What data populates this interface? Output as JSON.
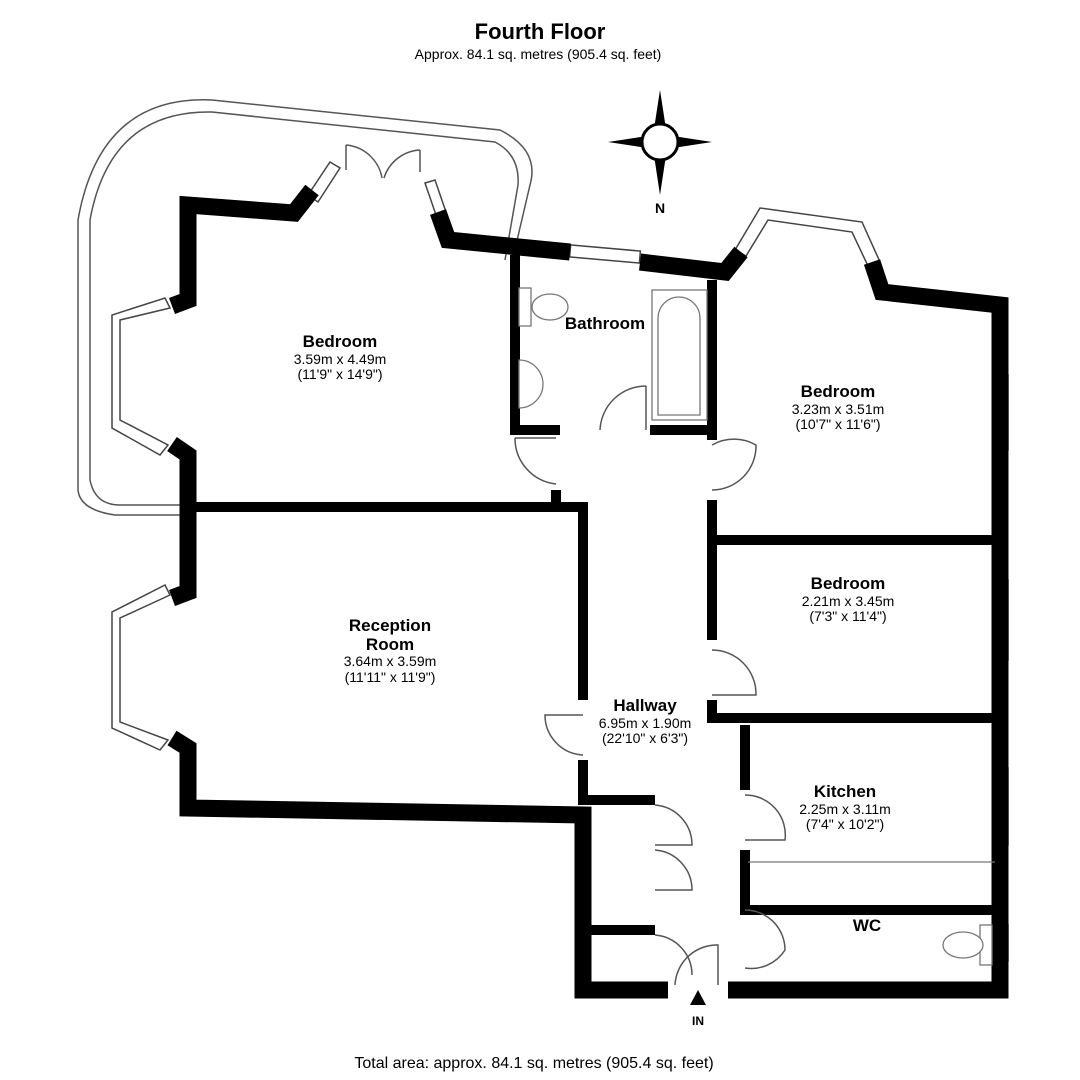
{
  "header": {
    "title": "Fourth Floor",
    "subtitle": "Approx. 84.1 sq. metres (905.4 sq. feet)"
  },
  "compass": {
    "label": "N"
  },
  "rooms": [
    {
      "name": "Bedroom",
      "metric": "3.59m x 4.49m",
      "imperial": "(11'9\" x 14'9\")"
    },
    {
      "name": "Bathroom",
      "metric": "",
      "imperial": ""
    },
    {
      "name": "Bedroom",
      "metric": "3.23m x 3.51m",
      "imperial": "(10'7\" x 11'6\")"
    },
    {
      "name": "Bedroom",
      "metric": "2.21m x 3.45m",
      "imperial": "(7'3\" x 11'4\")"
    },
    {
      "name": "Reception\nRoom",
      "metric": "3.64m x 3.59m",
      "imperial": "(11'11\" x 11'9\")"
    },
    {
      "name": "Hallway",
      "metric": "6.95m x 1.90m",
      "imperial": "(22'10\" x 6'3\")"
    },
    {
      "name": "Kitchen",
      "metric": "2.25m x 3.11m",
      "imperial": "(7'4\" x 10'2\")"
    },
    {
      "name": "WC",
      "metric": "",
      "imperial": ""
    }
  ],
  "entrance": {
    "label": "IN"
  },
  "footer": {
    "total": "Total area: approx. 84.1 sq. metres (905.4 sq. feet)"
  }
}
